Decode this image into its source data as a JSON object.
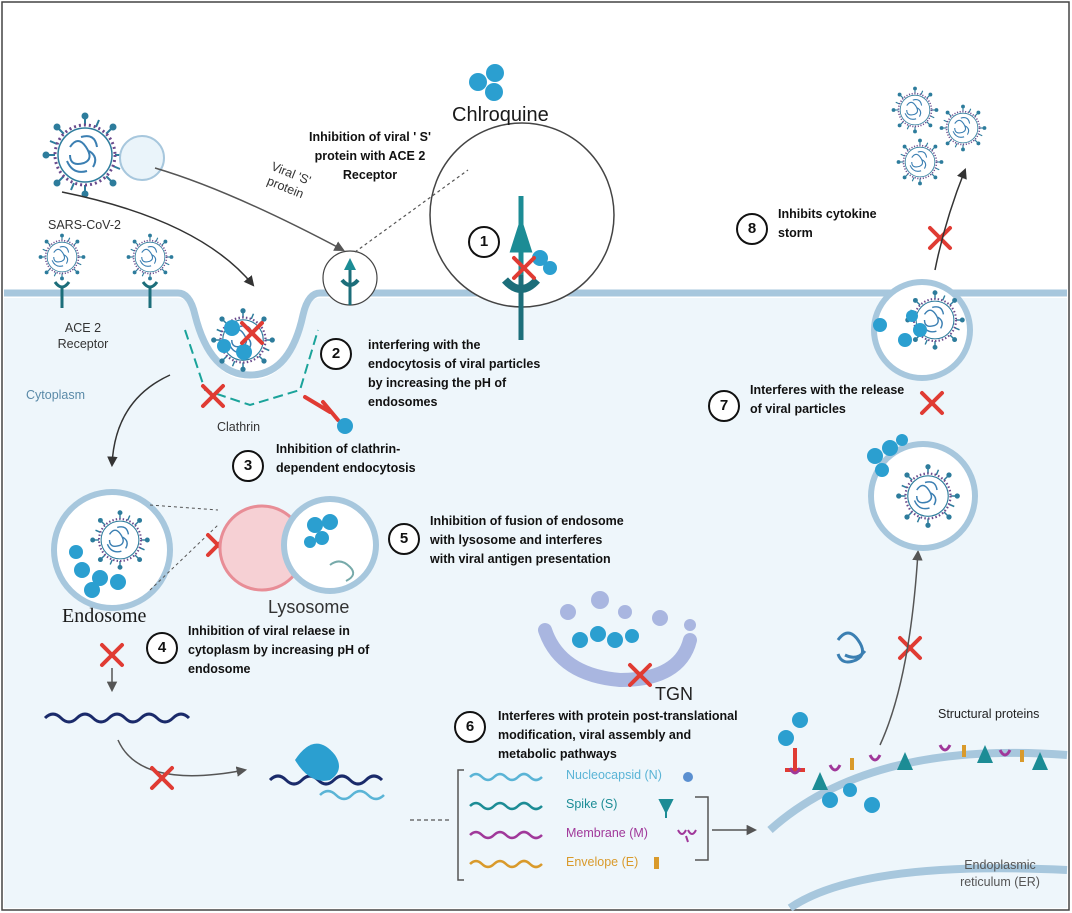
{
  "drug": "Chlroquine",
  "virus": "SARS-CoV-2",
  "labels": {
    "spike_protein": "Viral 'S' protein",
    "ace2": "ACE 2 Receptor",
    "cytoplasm": "Cytoplasm",
    "clathrin": "Clathrin",
    "endosome": "Endosome",
    "lysosome": "Lysosome",
    "tgn": "TGN",
    "structural_proteins": "Structural proteins",
    "er": "Endoplasmic reticulum (ER)"
  },
  "top_callout": "Inhibition of viral ' S' protein with ACE 2 Receptor",
  "steps": [
    {
      "num": "1",
      "text": ""
    },
    {
      "num": "2",
      "text": "interfering with the endocytosis of viral particles by increasing the pH of endosomes"
    },
    {
      "num": "3",
      "text": "Inhibition of clathrin-dependent endocytosis"
    },
    {
      "num": "4",
      "text": "Inhibition of viral relaese in cytoplasm by increasing pH of endosome"
    },
    {
      "num": "5",
      "text": "Inhibition of fusion of endosome with lysosome and interferes with viral antigen presentation"
    },
    {
      "num": "6",
      "text": "Interferes with protein post-translational modification, viral assembly and metabolic pathways"
    },
    {
      "num": "7",
      "text": "Interferes with the release of viral particles"
    },
    {
      "num": "8",
      "text": "Inhibits cytokine storm"
    }
  ],
  "legend": [
    {
      "label": "Nucleocapsid (N)",
      "color": "#5ab4d6"
    },
    {
      "label": "Spike (S)",
      "color": "#1c8c95"
    },
    {
      "label": "Membrane (M)",
      "color": "#a0389a"
    },
    {
      "label": "Envelope (E)",
      "color": "#d99a2b"
    }
  ],
  "colors": {
    "membrane": "#a7c7dd",
    "cytoplasm": "#eef6fb",
    "virion": "#2d7c9c",
    "particle": "#2b9fd0",
    "inhibit_x": "#e03b33",
    "lysosome": "#e88d96"
  }
}
